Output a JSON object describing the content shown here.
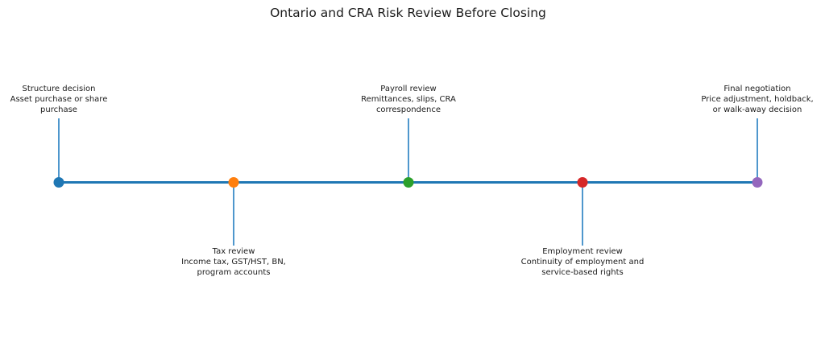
{
  "figure": {
    "title": "Ontario and CRA Risk Review Before Closing"
  },
  "timeline": {
    "line_color": "#1f77b4",
    "stem_color": "#4f97cd",
    "milestones": [
      {
        "name": "structure-decision",
        "position": "above",
        "dot_color": "#1f77b4",
        "lines": [
          "Structure decision",
          "Asset purchase or share",
          "purchase"
        ]
      },
      {
        "name": "tax-review",
        "position": "below",
        "dot_color": "#ff7f0e",
        "lines": [
          "Tax review",
          "Income tax, GST/HST, BN,",
          "program accounts"
        ]
      },
      {
        "name": "payroll-review",
        "position": "above",
        "dot_color": "#2ca02c",
        "lines": [
          "Payroll review",
          "Remittances, slips, CRA",
          "correspondence"
        ]
      },
      {
        "name": "employment-review",
        "position": "below",
        "dot_color": "#d62728",
        "lines": [
          "Employment review",
          "Continuity of employment and",
          "service-based rights"
        ]
      },
      {
        "name": "final-negotiation",
        "position": "above",
        "dot_color": "#9467bd",
        "lines": [
          "Final negotiation",
          "Price adjustment, holdback,",
          "or walk-away decision"
        ]
      }
    ]
  }
}
